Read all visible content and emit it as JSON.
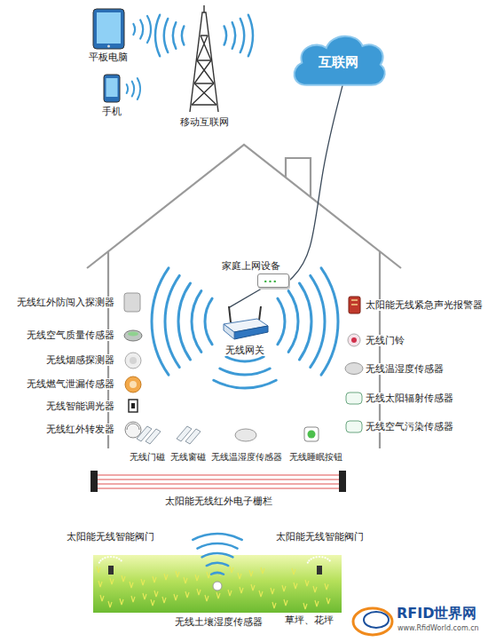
{
  "diagram": {
    "nodes": [
      {
        "text": [
          "互联网"
        ]
      },
      {
        "text": [
          "家庭上网设备"
        ]
      },
      {
        "text": [
          "无线网关"
        ]
      },
      {
        "text": [
          "草坪、花坪"
        ]
      }
    ],
    "edges": [
      {
        "from": 0,
        "to": 1,
        "arrow": "none"
      },
      {
        "from": 1,
        "to": 2,
        "arrow": "none"
      }
    ],
    "labels": [
      "平板电脑",
      "手机",
      "移动互联网",
      "无线红外防闯入探测器",
      "无线空气质量传感器",
      "无线烟感探测器",
      "无线燃气泄漏传感器",
      "无线智能调光器",
      "无线红外转发器",
      "太阳能无线紧急声光报警器",
      "无线门铃",
      "无线温湿度传感器",
      "无线太阳辐射传感器",
      "无线空气污染传感器",
      "无线门磁",
      "无线窗磁",
      "无线温湿度传感器",
      "无线睡眠按钮",
      "太阳能无线红外电子栅栏",
      "太阳能无线智能阀门",
      "太阳能无线智能阀门",
      "无线土壤湿度传感器",
      "RFID世界网",
      "www.RfidWorld.com.cn"
    ]
  }
}
